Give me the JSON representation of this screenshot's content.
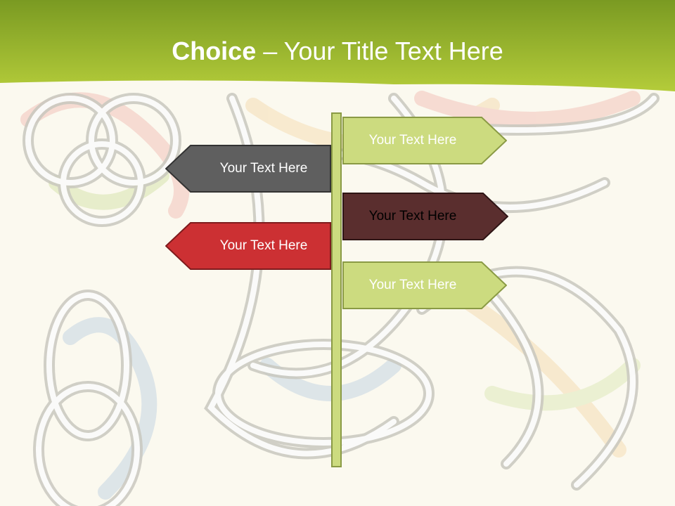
{
  "title": {
    "bold": "Choice",
    "rest": " – Your Title Text Here"
  },
  "signs": [
    {
      "text": "Your Text Here",
      "direction": "right",
      "fill": "#ccdb7f",
      "stroke": "#8a9a45",
      "text_color": "#ffffff"
    },
    {
      "text": "Your Text Here",
      "direction": "left",
      "fill": "#5f5f5f",
      "stroke": "#333333",
      "text_color": "#ffffff"
    },
    {
      "text": "Your Text Here",
      "direction": "right",
      "fill": "#5a2e2e",
      "stroke": "#2e1515",
      "text_color": "#000000"
    },
    {
      "text": "Your Text Here",
      "direction": "left",
      "fill": "#cc3033",
      "stroke": "#7e1b1d",
      "text_color": "#ffffff"
    },
    {
      "text": "Your Text Here",
      "direction": "right",
      "fill": "#ccdb7f",
      "stroke": "#8a9a45",
      "text_color": "#ffffff"
    }
  ],
  "colors": {
    "header_dark": "#7a9a22",
    "header_light": "#b4cc3a",
    "background": "#fbf9ef"
  }
}
